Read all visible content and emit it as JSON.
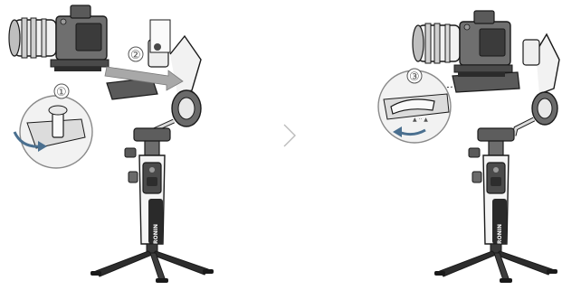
{
  "steps": [
    {
      "number": "①",
      "label": ""
    },
    {
      "number": "②",
      "label": ""
    },
    {
      "number": "③",
      "label": ""
    }
  ],
  "brand_mark": "RONIN",
  "separator_icon": "chevron-right-icon",
  "colors": {
    "ink": "#1a1a1a",
    "dark_grey": "#3a3a3a",
    "mid_grey": "#8a8a8a",
    "light_grey": "#d9d9d9",
    "arrow_grey": "#9a9a9a",
    "blue_arrow": "#4a6f8f",
    "separator": "#bbbbbb"
  }
}
